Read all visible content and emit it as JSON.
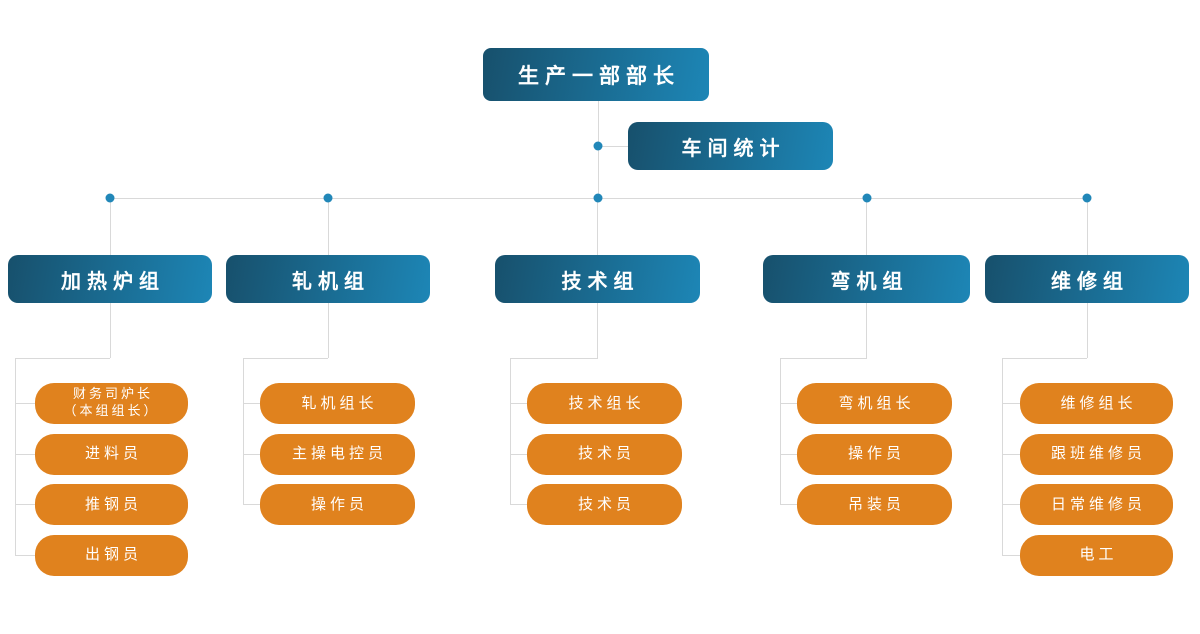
{
  "colors": {
    "blue_gradient_start": "#17506C",
    "blue_gradient_end": "#1D86B6",
    "orange": "#E0821E",
    "line": "#D9D9D9",
    "dot": "#2187B8",
    "text": "#FFFFFF"
  },
  "root": {
    "label": "生产一部部长"
  },
  "staff": {
    "label": "车间统计"
  },
  "groups": [
    {
      "label": "加热炉组",
      "members": [
        "财务司炉长\n（本组组长）",
        "进料员",
        "推钢员",
        "出钢员"
      ]
    },
    {
      "label": "轧机组",
      "members": [
        "轧机组长",
        "主操电控员",
        "操作员"
      ]
    },
    {
      "label": "技术组",
      "members": [
        "技术组长",
        "技术员",
        "技术员"
      ]
    },
    {
      "label": "弯机组",
      "members": [
        "弯机组长",
        "操作员",
        "吊装员"
      ]
    },
    {
      "label": "维修组",
      "members": [
        "维修组长",
        "跟班维修员",
        "日常维修员",
        "电工"
      ]
    }
  ]
}
